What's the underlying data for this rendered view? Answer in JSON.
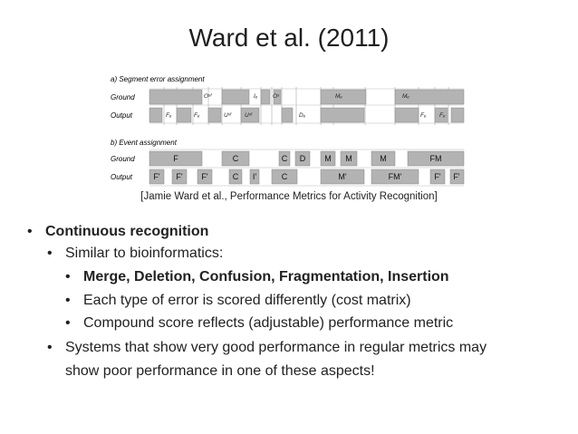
{
  "title": "Ward et al. (2011)",
  "figure": {
    "section_a_title": "a) Segment error assignment",
    "section_b_title": "b) Event assignment",
    "row_ground": "Ground",
    "row_output": "Output",
    "seg_labels": {
      "ground_o1": "Oˢᶠ",
      "ground_i": "Iₑ",
      "ground_o2": "Oˢ",
      "ground_m1": "Mₑ",
      "ground_m2": "Mₑ",
      "out_f1": "Fₑ",
      "out_f2": "Fₑ",
      "out_u1": "Uˢᶠ",
      "out_u2": "Uˢᶠ",
      "out_d": "Dₑ",
      "out_f3": "Fₑ",
      "out_f4": "Fₑ"
    },
    "events_ground": [
      "F",
      "C",
      "C",
      "D",
      "M",
      "M",
      "M",
      "FM"
    ],
    "events_output": [
      "F'",
      "F'",
      "F'",
      "C",
      "I'",
      "C",
      "M'",
      "FM'",
      "F'",
      "F'"
    ]
  },
  "caption": "[Jamie Ward et al., Performance Metrics for Activity Recognition]",
  "bullets": {
    "b1": "Continuous recognition",
    "b2": "Similar to bioinformatics:",
    "b3": "Merge, Deletion, Confusion, Fragmentation, Insertion",
    "b4": "Each type of error is scored differently (cost matrix)",
    "b5": "Compound score reflects (adjustable) performance metric",
    "b6_line1": "Systems that show very good performance in regular metrics may",
    "b6_line2": "show poor performance in one of these aspects!"
  },
  "bullet_glyph": "•"
}
